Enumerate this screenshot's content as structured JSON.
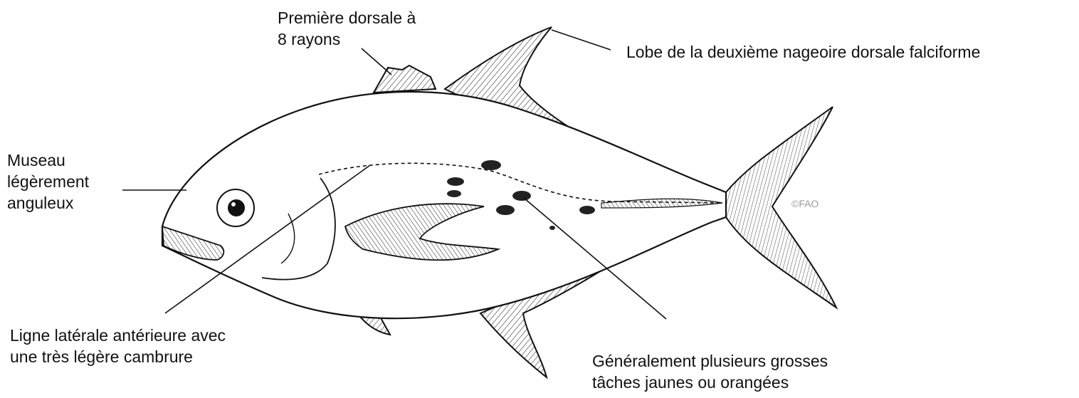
{
  "labels": {
    "first_dorsal": [
      "Première dorsale à",
      "8 rayons"
    ],
    "second_dorsal_lobe": [
      "Lobe de la deuxième nageoire dorsale falciforme"
    ],
    "snout": [
      "Museau",
      "légèrement",
      "anguleux"
    ],
    "lateral_line": [
      "Ligne latérale antérieure avec",
      "une très légère cambrure"
    ],
    "spots": [
      "Généralement plusieurs grosses",
      "tâches jaunes ou orangées"
    ]
  },
  "credit": "©FAO",
  "colors": {
    "ink": "#111111",
    "background": "#ffffff",
    "spot": "#222222",
    "credit": "#9a9a9a"
  }
}
